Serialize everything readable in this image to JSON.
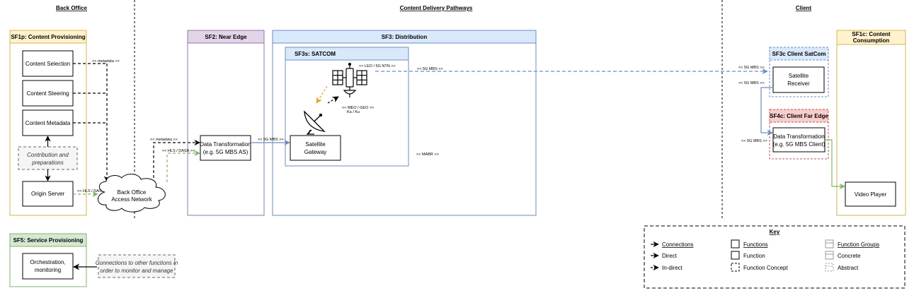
{
  "sections": {
    "back_office": "Back Office",
    "content_delivery": "Content Delivery Pathways",
    "client": "Client"
  },
  "groups": {
    "sf1p": "SF1p: Content Provisioning",
    "sf2": "SF2: Near Edge",
    "sf3": "SF3: Distribution",
    "sf3s": "SF3s: SATCOM",
    "sf3c": "SF3c Client SatCom",
    "sf4c": "SF4c: Client Far Edge",
    "sf1c_line1": "SF1c: Content",
    "sf1c_line2": "Consumption",
    "sf5": "SF5: Service Provisioning"
  },
  "boxes": {
    "content_selection": "Content Selection",
    "content_steering": "Content Steering",
    "content_metadata": "Content Metadata",
    "contribution_line1": "Contribution and",
    "contribution_line2": "preparations",
    "origin_server": "Origin Server",
    "cloud_line1": "Back Office",
    "cloud_line2": "Access Network",
    "dt_near_line1": "Data Transformation",
    "dt_near_line2": "(e.g. 5G MBS AS)",
    "gateway_line1": "Satellite",
    "gateway_line2": "Gateway",
    "receiver_line1": "Satellite",
    "receiver_line2": "Receiver",
    "dt_client_line1": "Data Transformation",
    "dt_client_line2": "(e.g. 5G MBS Client)",
    "video_player": "Video Player",
    "orchestration_line1": "Orchestration,",
    "orchestration_line2": "monitoring",
    "connections_line1": "Connections to other functions in",
    "connections_line2": "order to monitor and manage"
  },
  "edge_labels": {
    "metadata_top": "<< metadata >>",
    "hls_dash_origin": "<< HLS / DASH >>",
    "metadata_near": "<< metadata >>",
    "hls_dash_near": "<< HLS / DASH >>",
    "mbs_to_gateway": "<< 5G MBS >>",
    "leo": "<< LEO / 5G NTN >>",
    "mbs_sat": "<< 5G MBS >>",
    "meo_line1": "<< MEO / GEO >>",
    "meo_line2": "Ka / Ku",
    "mabr": "<< MABR >>",
    "mbs_client_top": "<< 5G MBS >>",
    "mbs_client_mid": "<< 5G MBS >>",
    "mbs_client_low": "<< 5G MBS >>"
  },
  "key": {
    "title": "Key",
    "connections": "Connections",
    "direct": "Direct",
    "indirect": "In-direct",
    "functions": "Functions",
    "function": "Function",
    "function_concept": "Function Concept",
    "function_groups": "Function Groups",
    "concrete": "Concrete",
    "abstract": "Abstract"
  },
  "colors": {
    "orange_fill": "#fff2cc",
    "orange_stroke": "#d6b656",
    "purple_fill": "#e1d5e7",
    "purple_stroke": "#9673a6",
    "blue_fill": "#dae8fc",
    "blue_stroke": "#6c8ebf",
    "red_fill": "#f8cecc",
    "red_stroke": "#b85450",
    "green_fill": "#d5e8d4",
    "green_stroke": "#82b366",
    "gray_fill": "#f5f5f5",
    "gray_stroke": "#666666",
    "amber_arrow": "#e6a23c"
  }
}
